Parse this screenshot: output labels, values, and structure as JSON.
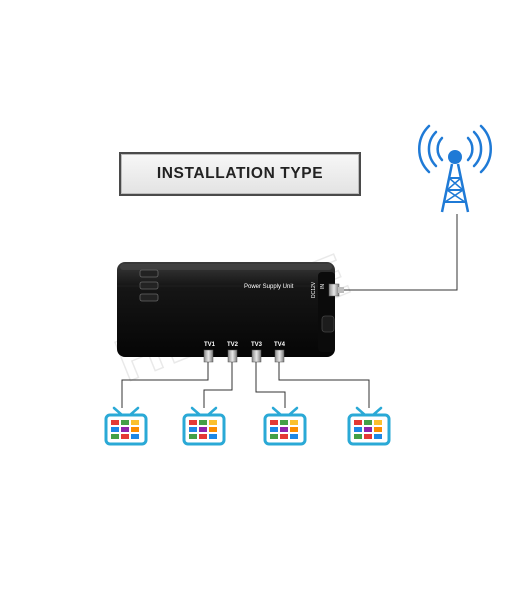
{
  "title": "INSTALLATION TYPE",
  "device": {
    "label": "Power Supply Unit",
    "dc_label": "DC12V",
    "in_label": "IN"
  },
  "outputs": [
    {
      "label": "TV1"
    },
    {
      "label": "TV2"
    },
    {
      "label": "TV3"
    },
    {
      "label": "TV4"
    }
  ],
  "watermark": "HDLINE",
  "icons": {
    "antenna": "antenna-tower-icon",
    "tv": "tv-icon"
  },
  "colors": {
    "antenna": "#1f7ad6",
    "tv_frame": "#2aa9d6",
    "device": "#111111",
    "cable": "#333333",
    "tile_colors": [
      "#e53935",
      "#43a047",
      "#fbc02d",
      "#1e88e5",
      "#8e24aa",
      "#fb8c00"
    ]
  }
}
